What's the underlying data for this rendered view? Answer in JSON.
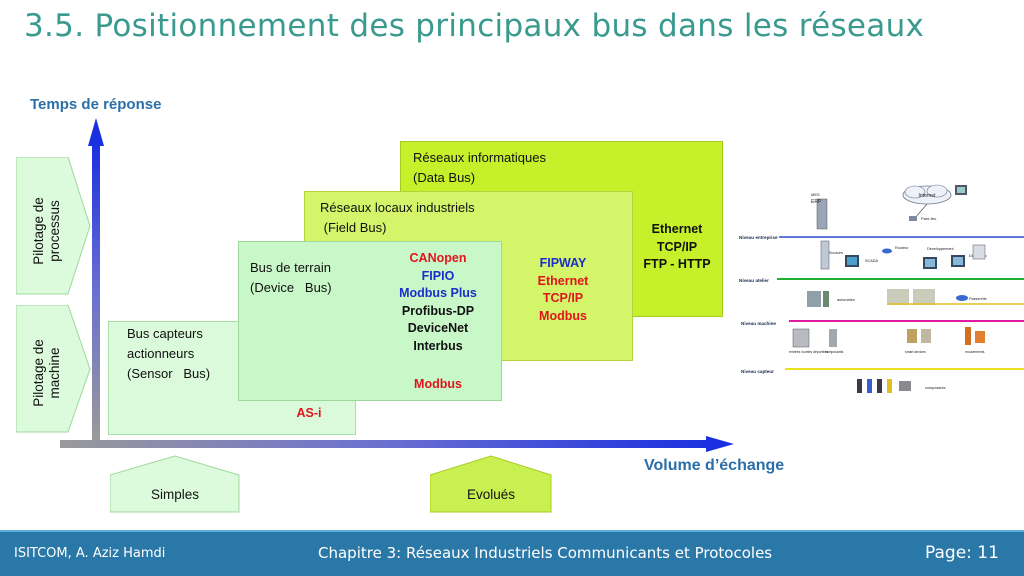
{
  "title": "3.5. Positionnement des principaux bus dans les réseaux",
  "axes": {
    "y_label": "Temps de réponse",
    "x_label": "Volume d’échange"
  },
  "side_labels": {
    "top": [
      "Pilotage de",
      "processus"
    ],
    "bottom": [
      "Pilotage de",
      "machine"
    ]
  },
  "bottom_labels": {
    "left": "Simples",
    "right": "Evolués"
  },
  "boxes": {
    "data_bus": {
      "line1": "Réseaux informatiques",
      "line2": "(Data Bus)"
    },
    "field_bus": {
      "line1": "Réseaux locaux industriels",
      "line2": " (Field Bus)"
    },
    "device_bus": {
      "line1": "Bus de terrain",
      "line2": "(Device   Bus)"
    },
    "sensor_bus": {
      "line1": "Bus capteurs",
      "line2": "actionneurs",
      "line3": "(Sensor   Bus)"
    }
  },
  "protocols": {
    "ethernet_col": [
      "Ethernet",
      "TCP/IP",
      "FTP - HTTP"
    ],
    "fipway_col": {
      "fipway": "FIPWAY",
      "ethernet": "Ethernet",
      "tcpip": "TCP/IP",
      "modbus": "Modbus"
    },
    "device_col": {
      "canopen": "CANopen",
      "fipio": "FIPIO",
      "modbus_plus": "Modbus Plus",
      "profibus": "Profibus-DP",
      "devicenet": "DeviceNet",
      "interbus": "Interbus",
      "modbus": "Modbus"
    },
    "asi": "AS-i"
  },
  "network_diagram": {
    "levels": [
      "Niveau entreprise",
      "Niveau atelier",
      "Niveau machine",
      "Niveau capteur"
    ],
    "labels": [
      "Internet",
      "MES",
      "ERP",
      "Pare-feu",
      "Sources",
      "SCADA",
      "Routeur",
      "Développement",
      "Diagnostic",
      "automates",
      "Passerelle",
      "entrées /sorties déportées",
      "composants",
      "smart devices",
      "mouvements",
      "composants"
    ]
  },
  "colors": {
    "title": "#3a9a8e",
    "axis_label": "#2c6fa8",
    "red": "#e0141e",
    "blue": "#1a2fc8",
    "footer": "#2a78a8"
  },
  "footer": {
    "left": "ISITCOM, A. Aziz Hamdi",
    "center": "Chapitre 3: Réseaux Industriels Communicants et Protocoles",
    "right": "Page: 11"
  }
}
